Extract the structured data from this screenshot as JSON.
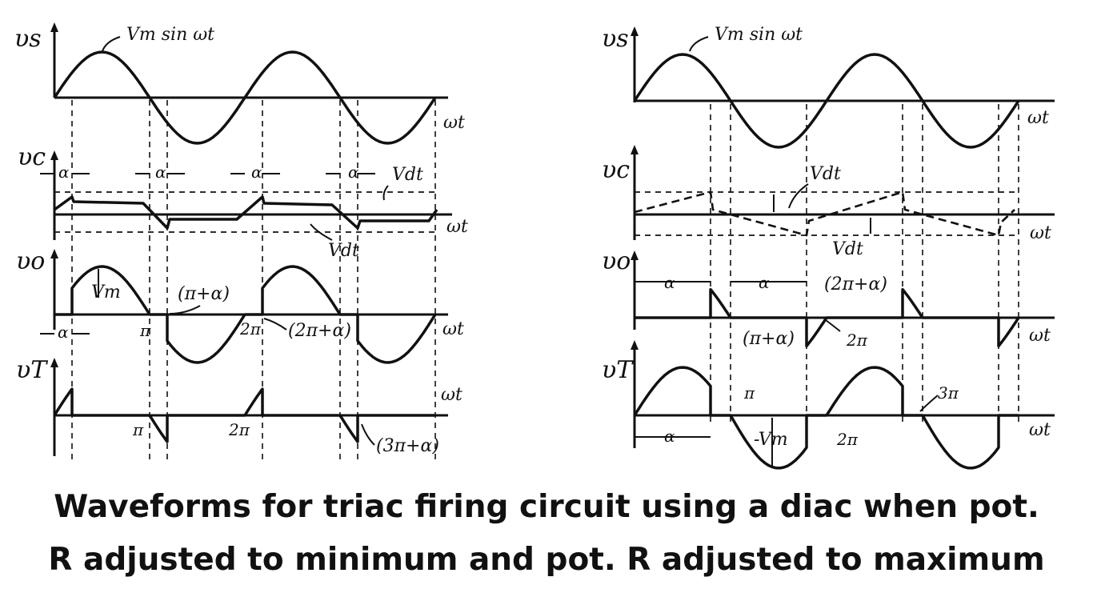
{
  "caption": {
    "line1": "Waveforms for triac firing circuit using a diac when pot.",
    "line2": "R adjusted to minimum and pot. R adjusted to maximum"
  },
  "left_panel": {
    "labels": {
      "vs": "υs",
      "vs_eq": "Vm sin ωt",
      "vc": "υc",
      "vo": "υo",
      "vt": "υT",
      "wt": "ωt",
      "alpha": "α",
      "vdt": "Vdt",
      "vm": "Vm",
      "pi": "π",
      "two_pi": "2π",
      "pi_plus_alpha": "(π+α)",
      "two_pi_plus_alpha": "(2π+α)",
      "three_pi_plus_alpha": "(3π+α)"
    }
  },
  "right_panel": {
    "labels": {
      "vs": "υs",
      "vs_eq": "Vm sin ωt",
      "vc": "υc",
      "vo": "υo",
      "vt": "υT",
      "wt": "ωt",
      "alpha": "α",
      "vdt": "Vdt",
      "neg_vm": "-Vm",
      "pi": "π",
      "two_pi": "2π",
      "three_pi": "3π",
      "pi_plus_alpha": "(π+α)",
      "two_pi_plus_alpha": "(2π+α)"
    }
  },
  "colors": {
    "ink": "#111111",
    "background": "#ffffff"
  }
}
